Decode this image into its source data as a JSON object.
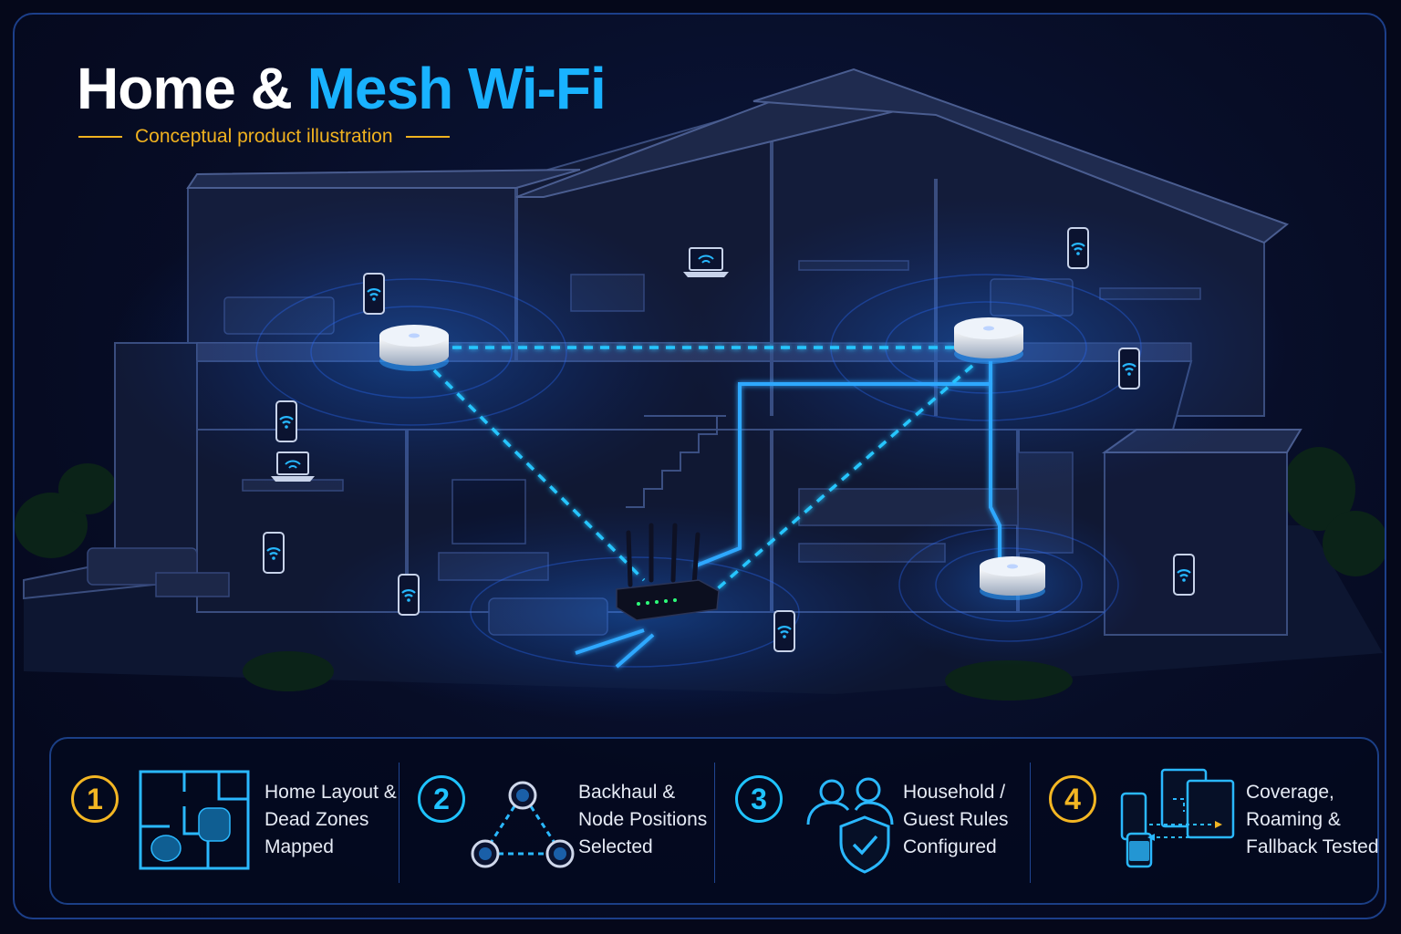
{
  "header": {
    "title_white": "Home &",
    "title_blue": "Mesh Wi-Fi",
    "subtitle": "Conceptual product illustration"
  },
  "icons": {
    "wifi": "wifi-icon",
    "router": "router-icon",
    "mesh_node": "mesh-node-icon",
    "phone": "smartphone-icon",
    "laptop": "laptop-icon"
  },
  "colors": {
    "accent_blue": "#19b2ff",
    "accent_yellow": "#f0b21f",
    "wired_line": "#2fa8ff",
    "wireless_line": "#27c6ff"
  },
  "steps": [
    {
      "number": "1",
      "lines": [
        "Home Layout &",
        "Dead Zones",
        "Mapped"
      ],
      "icon": "floor-plan-icon"
    },
    {
      "number": "2",
      "lines": [
        "Backhaul &",
        "Node Positions",
        "Selected"
      ],
      "icon": "node-triangle-icon"
    },
    {
      "number": "3",
      "lines": [
        "Household /",
        "Guest Rules",
        "Configured"
      ],
      "icon": "users-shield-icon"
    },
    {
      "number": "4",
      "lines": [
        "Coverage,",
        "Roaming &",
        "Fallback Tested"
      ],
      "icon": "devices-roaming-icon"
    }
  ]
}
